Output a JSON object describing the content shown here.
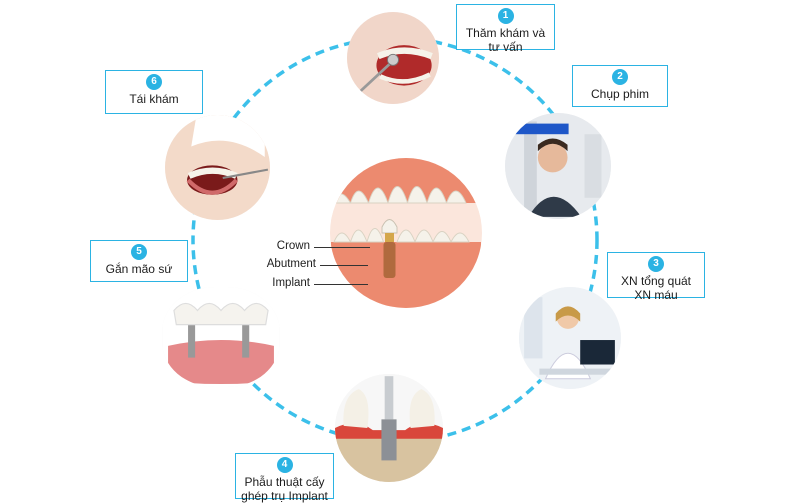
{
  "colors": {
    "accent": "#2bb3e3",
    "gum": "#d84a3d",
    "tooth": "#f3efe4"
  },
  "steps": [
    {
      "number": "1",
      "label": "Thăm khám và\ntư vấn",
      "icon": "dental-exam-photo"
    },
    {
      "number": "2",
      "label": "Chụp phim",
      "icon": "xray-machine-photo"
    },
    {
      "number": "3",
      "label": "XN tổng quát\nXN máu",
      "icon": "doctor-at-computer-photo"
    },
    {
      "number": "4",
      "label": "Phẫu thuật cấy\nghép trụ Implant",
      "icon": "implant-surgery-photo"
    },
    {
      "number": "5",
      "label": "Gắn mão sứ",
      "icon": "crown-bridge-photo"
    },
    {
      "number": "6",
      "label": "Tái khám",
      "icon": "follow-up-smile-photo"
    }
  ],
  "center": {
    "labels": [
      "Crown",
      "Abutment",
      "Implant"
    ],
    "icon": "dental-implant-diagram"
  }
}
